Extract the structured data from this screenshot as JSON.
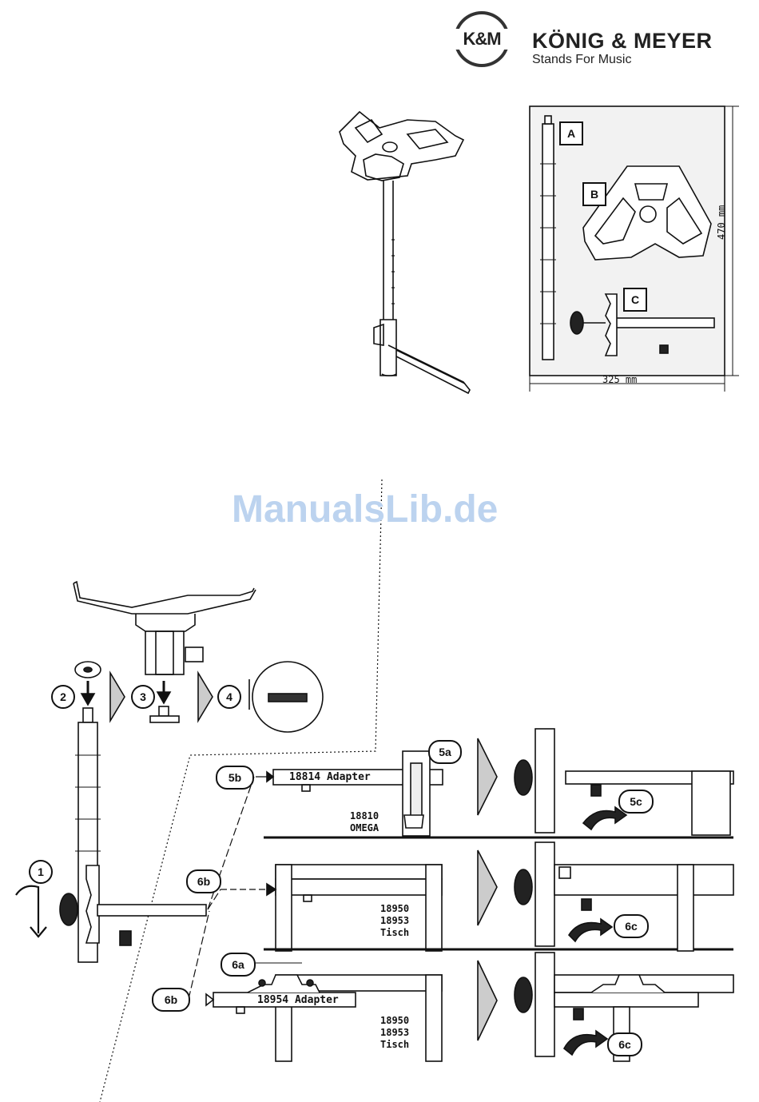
{
  "logo": {
    "monogram": "K&M",
    "brand": "KÖNIG & MEYER",
    "slogan": "Stands For Music"
  },
  "watermark": "ManualsLib.de",
  "package": {
    "width_label": "325 mm",
    "height_label": "470 mm",
    "parts": [
      "A",
      "B",
      "C"
    ]
  },
  "steps": {
    "s1": "1",
    "s2": "2",
    "s3": "3",
    "s4": "4",
    "s5a": "5a",
    "s5b": "5b",
    "s5c": "5c",
    "s6a": "6a",
    "s6b_mid": "6b",
    "s6b_low": "6b",
    "s6c_mid": "6c",
    "s6c_low": "6c"
  },
  "labels": {
    "adapter_18814": "18814 Adapter",
    "omega_num": "18810",
    "omega_name": "OMEGA",
    "adapter_18954": "18954 Adapter",
    "table_mid": [
      "18950",
      "18953",
      "Tisch"
    ],
    "table_low": [
      "18950",
      "18953",
      "Tisch"
    ]
  }
}
